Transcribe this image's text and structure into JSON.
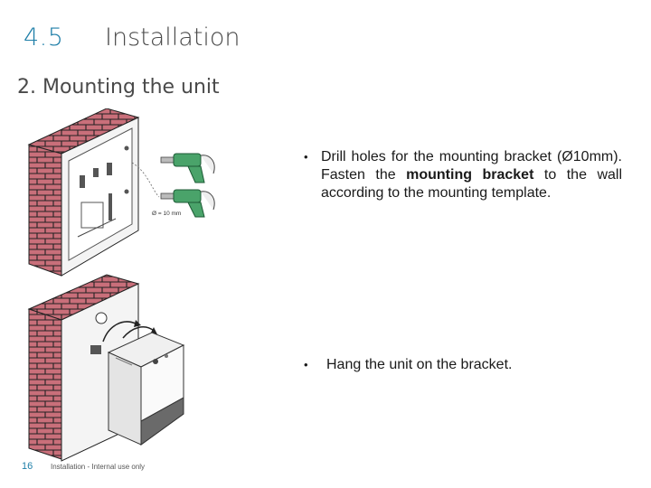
{
  "header": {
    "section_number": "4.5",
    "section_title": "Installation",
    "subtitle": "2. Mounting the unit"
  },
  "steps": [
    {
      "bullet": "•",
      "text_pre": "Drill holes for the mounting bracket (Ø10mm). Fasten the ",
      "text_bold": "mounting bracket",
      "text_post": " to the wall according to the mounting template."
    },
    {
      "bullet": "•",
      "text": "Hang the unit on the bracket."
    }
  ],
  "illustration": {
    "drill_label": "Ø = 10 mm"
  },
  "footer": {
    "page_number": "16",
    "note": "Installation - Internal use only"
  },
  "colors": {
    "accent": "#1f7fa8",
    "brick": "#c96f7a",
    "drill": "#4aa36a"
  }
}
